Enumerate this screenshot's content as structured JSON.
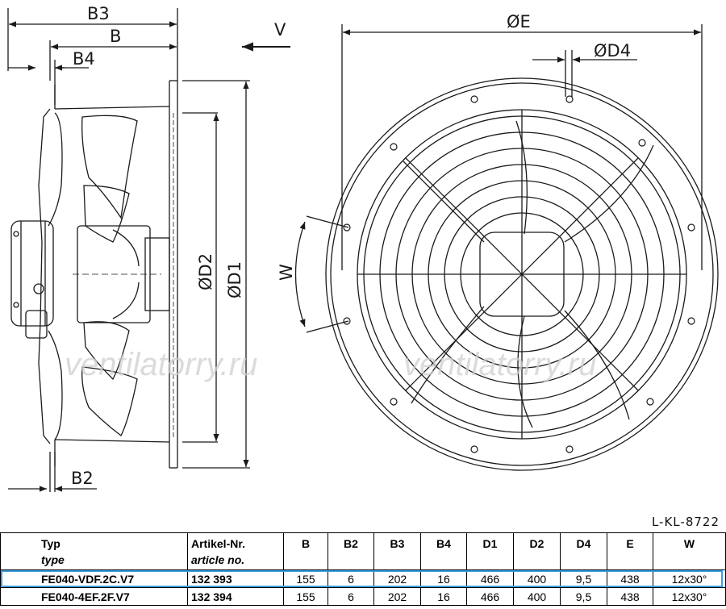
{
  "drawing": {
    "side_labels": {
      "b3": "B3",
      "b": "B",
      "b4": "B4",
      "b2": "B2",
      "d2": "ØD2",
      "d1": "ØD1",
      "v": "V"
    },
    "front_labels": {
      "e": "ØE",
      "d4": "ØD4",
      "w": "W"
    },
    "reference": "L-KL-8722",
    "watermark_left": "ventilatorry.ru",
    "watermark_right": "ventilatorry.ru"
  },
  "table": {
    "headers": [
      {
        "line1": "Typ",
        "line2": "type"
      },
      {
        "line1": "Artikel-Nr.",
        "line2": "article no."
      },
      {
        "line1": "B"
      },
      {
        "line1": "B2"
      },
      {
        "line1": "B3"
      },
      {
        "line1": "B4"
      },
      {
        "line1": "D1"
      },
      {
        "line1": "D2"
      },
      {
        "line1": "D4"
      },
      {
        "line1": "E"
      },
      {
        "line1": "W"
      }
    ],
    "rows": [
      [
        "FE040-VDF.2C.V7",
        "132 393",
        "155",
        "6",
        "202",
        "16",
        "466",
        "400",
        "9,5",
        "438",
        "12x30°"
      ],
      [
        "FE040-4EF.2F.V7",
        "132 394",
        "155",
        "6",
        "202",
        "16",
        "466",
        "400",
        "9,5",
        "438",
        "12x30°"
      ]
    ],
    "selected_row": 0
  },
  "colors": {
    "line": "#1a1a1a",
    "selection": "#3aa0e0",
    "watermark": "#cfcfcf"
  }
}
